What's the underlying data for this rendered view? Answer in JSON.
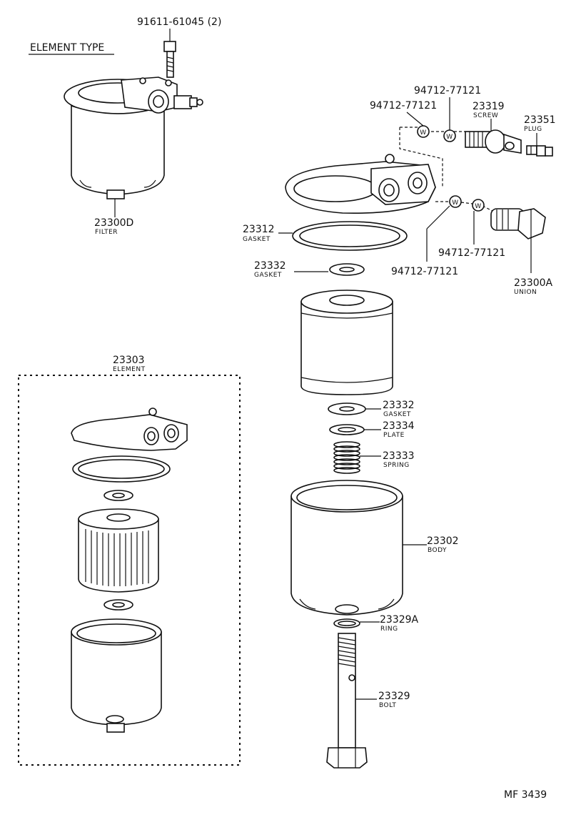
{
  "title": "ELEMENT TYPE",
  "drawing_no": "MF 3439",
  "labels": {
    "p91611": "91611-61045 (2)",
    "p23300d": "23300D",
    "p23300d_cap": "FILTER",
    "p94712_a": "94712-77121",
    "p94712_b": "94712-77121",
    "p94712_c": "94712-77121",
    "p94712_d": "94712-77121",
    "p23319": "23319",
    "p23319_cap": "SCREW",
    "p23351": "23351",
    "p23351_cap": "PLUG",
    "p23312": "23312",
    "p23312_cap": "GASKET",
    "p23332_top": "23332",
    "p23332_top_cap": "GASKET",
    "p23300a": "23300A",
    "p23300a_cap": "UNION",
    "p23303": "23303",
    "p23303_cap": "ELEMENT",
    "p23332_low": "23332",
    "p23332_low_cap": "GASKET",
    "p23334": "23334",
    "p23334_cap": "PLATE",
    "p23333": "23333",
    "p23333_cap": "SPRING",
    "p23302": "23302",
    "p23302_cap": "BODY",
    "p23329a": "23329A",
    "p23329a_cap": "RING",
    "p23329": "23329",
    "p23329_cap": "BOLT",
    "washer_mark": "W"
  }
}
